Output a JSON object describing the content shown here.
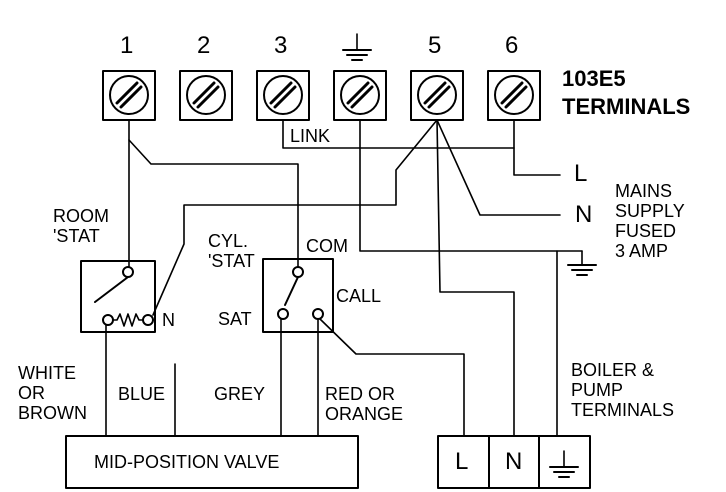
{
  "terminal_block": {
    "title_line1": "103E5",
    "title_line2": "TERMINALS",
    "terminal_numbers": [
      "1",
      "2",
      "3",
      "5",
      "6"
    ]
  },
  "labels": {
    "link": "LINK",
    "room_stat": "ROOM\n'STAT",
    "cyl_stat": "CYL.\n'STAT",
    "com": "COM",
    "call": "CALL",
    "sat": "SAT",
    "neutral_n": "N",
    "mains_l": "L",
    "mains_n": "N",
    "mains_supply": "MAINS\nSUPPLY\nFUSED\n3 AMP",
    "boiler_pump": "BOILER &\nPUMP\nTERMINALS",
    "white_or_brown": "WHITE\nOR\nBROWN",
    "blue": "BLUE",
    "grey": "GREY",
    "red_or_orange": "RED OR\nORANGE",
    "mid_position_valve": "MID-POSITION VALVE",
    "boiler_l": "L",
    "boiler_n": "N"
  },
  "colors": {
    "line": "#000000",
    "background": "#ffffff"
  },
  "icons": [
    "screw-terminal-icon",
    "earth-symbol-icon"
  ]
}
